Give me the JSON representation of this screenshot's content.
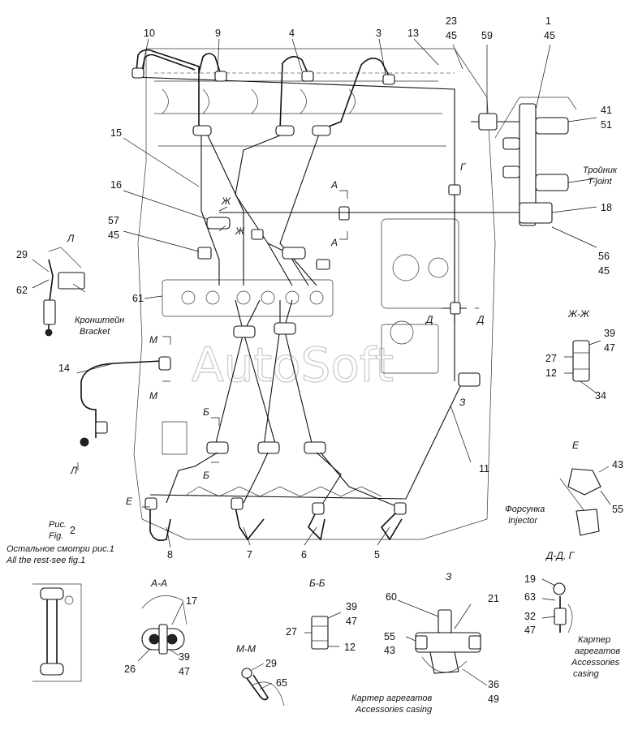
{
  "callouts": {
    "c10": "10",
    "c9": "9",
    "c4": "4",
    "c3": "3",
    "c13": "13",
    "c23": "23",
    "c45a": "45",
    "c59": "59",
    "c1": "1",
    "c45b": "45",
    "c41": "41",
    "c51": "51",
    "c15": "15",
    "c16": "16",
    "c57": "57",
    "c45c": "45",
    "c18": "18",
    "c56": "56",
    "c45d": "45",
    "c29": "29",
    "c62": "62",
    "c61": "61",
    "c14": "14",
    "c11": "11",
    "c8": "8",
    "c7": "7",
    "c6": "6",
    "c5": "5",
    "c39a": "39",
    "c47a": "47",
    "c27a": "27",
    "c12a": "12",
    "c34": "34",
    "c43a": "43",
    "c55a": "55",
    "c19": "19",
    "c63": "63",
    "c32": "32",
    "c47b": "47",
    "c17": "17",
    "c26": "26",
    "c39b": "39",
    "c47c": "47",
    "c39c": "39",
    "c47d": "47",
    "c27b": "27",
    "c12b": "12",
    "c60": "60",
    "c21": "21",
    "c55b": "55",
    "c43b": "43",
    "c36": "36",
    "c49": "49",
    "c29b": "29",
    "c65": "65"
  },
  "section_marks": {
    "A1": "А",
    "A2": "А",
    "G": "Г",
    "D1": "Д",
    "D2": "Д",
    "Zh1": "Ж",
    "Zh2": "Ж",
    "M1": "М",
    "M2": "М",
    "B1": "Б",
    "B2": "Б",
    "Z": "З",
    "E": "Е",
    "L1": "Л",
    "L2": "Л"
  },
  "labels": {
    "tee_ru": "Тройник",
    "tee_en": "T-joint",
    "bracket_ru": "Кронштейн",
    "bracket_en": "Bracket",
    "injector_ru": "Форсунка",
    "injector_en": "Injector",
    "fig_ru": "Рис.",
    "fig_en": "Fig.",
    "fig_num": "2",
    "rest_ru": "Остальное смотри рис.1",
    "rest_en": "All the rest-see fig.1",
    "casing_ru": "Картер агрегатов",
    "casing_en": "Accessories casing",
    "casing2_ru1": "Картер",
    "casing2_ru2": "агрегатов",
    "casing2_en1": "Accessories",
    "casing2_en2": "casing",
    "view_L": "Л",
    "view_ZhZh": "Ж-Ж",
    "view_E": "Е",
    "view_DDG": "Д-Д, Г",
    "view_AA": "А-А",
    "view_BB": "Б-Б",
    "view_Z": "З",
    "view_MM": "М-М"
  },
  "watermark": "AutoSoft"
}
